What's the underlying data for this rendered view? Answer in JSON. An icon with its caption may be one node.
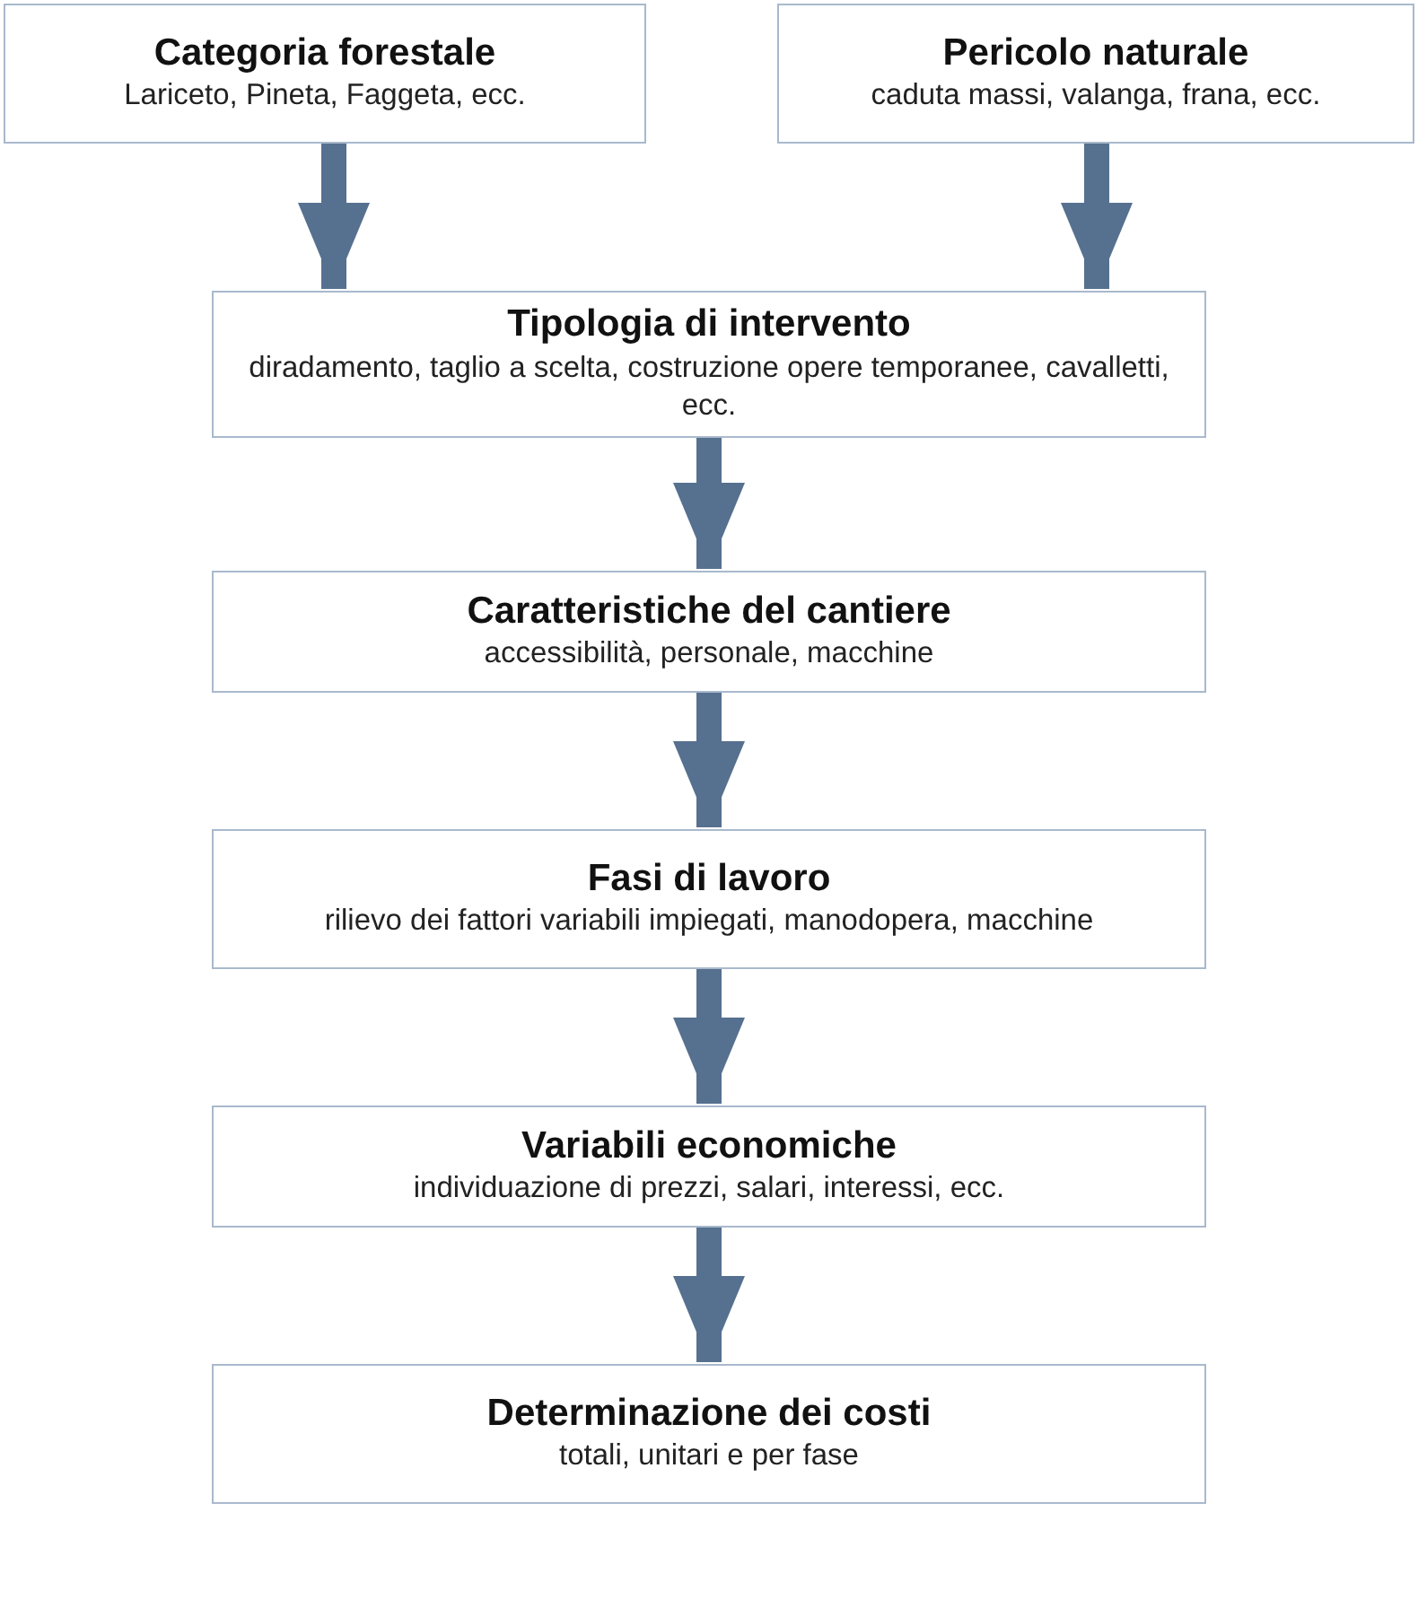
{
  "diagram": {
    "nodes": [
      {
        "text": [
          "Categoria forestale",
          "Lariceto, Pineta, Faggeta, ecc."
        ]
      },
      {
        "text": [
          "Pericolo naturale",
          "caduta massi, valanga, frana, ecc."
        ]
      },
      {
        "text": [
          "Tipologia di intervento",
          "diradamento, taglio a scelta, costruzione opere temporanee, cavalletti, ecc."
        ]
      },
      {
        "text": [
          "Caratteristiche del cantiere",
          "accessibilità, personale, macchine"
        ]
      },
      {
        "text": [
          "Fasi di lavoro",
          "rilievo dei fattori variabili impiegati, manodopera, macchine"
        ]
      },
      {
        "text": [
          "Variabili economiche",
          "individuazione di prezzi, salari, interessi, ecc."
        ]
      },
      {
        "text": [
          "Determinazione dei costi",
          "totali, unitari e per fase"
        ]
      }
    ],
    "edges": [
      {
        "from": 0,
        "to": 2,
        "arrow": "to"
      },
      {
        "from": 1,
        "to": 2,
        "arrow": "to"
      },
      {
        "from": 2,
        "to": 3,
        "arrow": "to"
      },
      {
        "from": 3,
        "to": 4,
        "arrow": "to"
      },
      {
        "from": 4,
        "to": 5,
        "arrow": "to"
      },
      {
        "from": 5,
        "to": 6,
        "arrow": "to"
      }
    ]
  }
}
